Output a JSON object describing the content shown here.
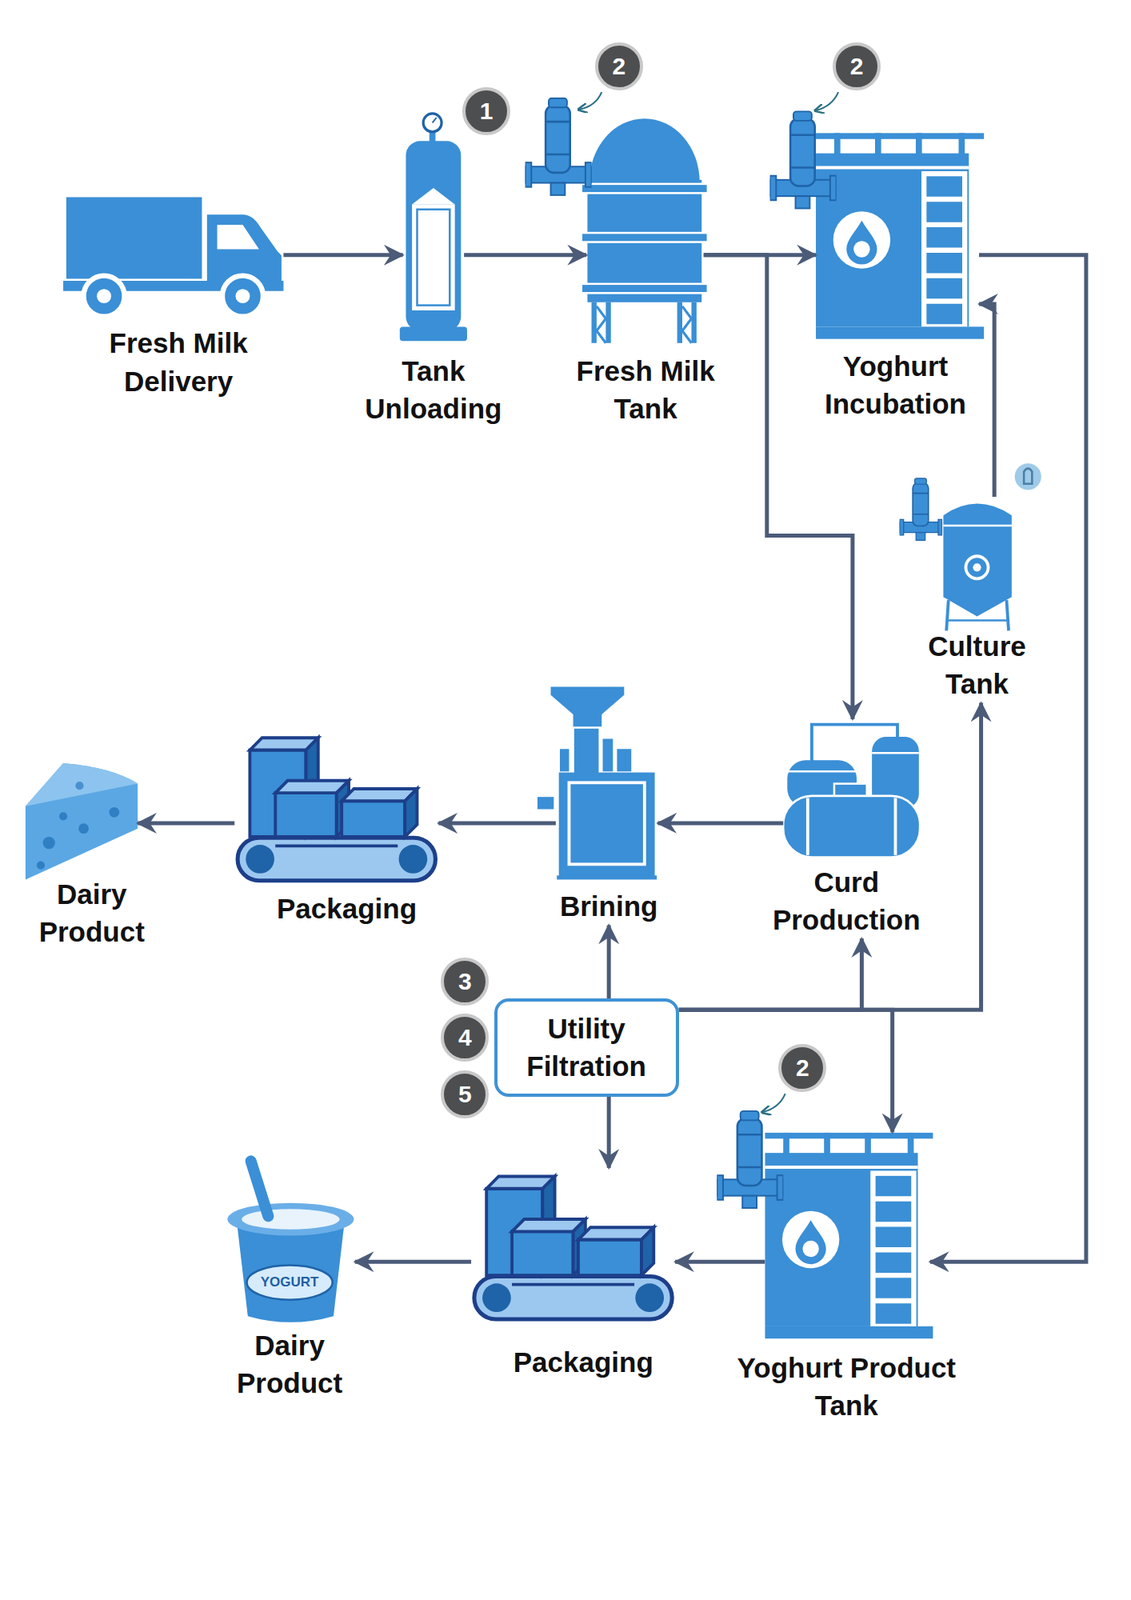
{
  "diagram": {
    "nodes": [
      {
        "text": [
          "Fresh Milk Delivery"
        ]
      },
      {
        "text": [
          "Tank Unloading"
        ]
      },
      {
        "text": [
          "Fresh Milk Tank"
        ]
      },
      {
        "text": [
          "Yoghurt Incubation"
        ]
      },
      {
        "text": [
          "Culture Tank"
        ]
      },
      {
        "text": [
          "Dairy Product"
        ]
      },
      {
        "text": [
          "Packaging"
        ]
      },
      {
        "text": [
          "Brining"
        ]
      },
      {
        "text": [
          "Curd Production"
        ]
      },
      {
        "text": [
          "Utility Filtration"
        ]
      },
      {
        "text": [
          "Dairy Product"
        ]
      },
      {
        "text": [
          "Packaging"
        ]
      },
      {
        "text": [
          "Yoghurt Product Tank"
        ]
      }
    ],
    "edges": [
      {
        "from": 0,
        "to": 1,
        "arrow": "to"
      },
      {
        "from": 1,
        "to": 2,
        "arrow": "to"
      },
      {
        "from": 2,
        "to": 3,
        "arrow": "to"
      },
      {
        "from": 2,
        "to": 8,
        "arrow": "to"
      },
      {
        "from": 4,
        "to": 3,
        "arrow": "to"
      },
      {
        "from": 3,
        "to": 12,
        "arrow": "to"
      },
      {
        "from": 8,
        "to": 7,
        "arrow": "to"
      },
      {
        "from": 7,
        "to": 6,
        "arrow": "to"
      },
      {
        "from": 6,
        "to": 5,
        "arrow": "to"
      },
      {
        "from": 9,
        "to": 7,
        "arrow": "to"
      },
      {
        "from": 9,
        "to": 8,
        "arrow": "to"
      },
      {
        "from": 9,
        "to": 4,
        "arrow": "to"
      },
      {
        "from": 9,
        "to": 12,
        "arrow": "to"
      },
      {
        "from": 9,
        "to": 11,
        "arrow": "to"
      },
      {
        "from": 12,
        "to": 11,
        "arrow": "to"
      },
      {
        "from": 11,
        "to": 10,
        "arrow": "to"
      }
    ],
    "labels": [
      "1",
      "2",
      "2",
      "3",
      "4",
      "5",
      "2",
      "YOGURT"
    ]
  }
}
